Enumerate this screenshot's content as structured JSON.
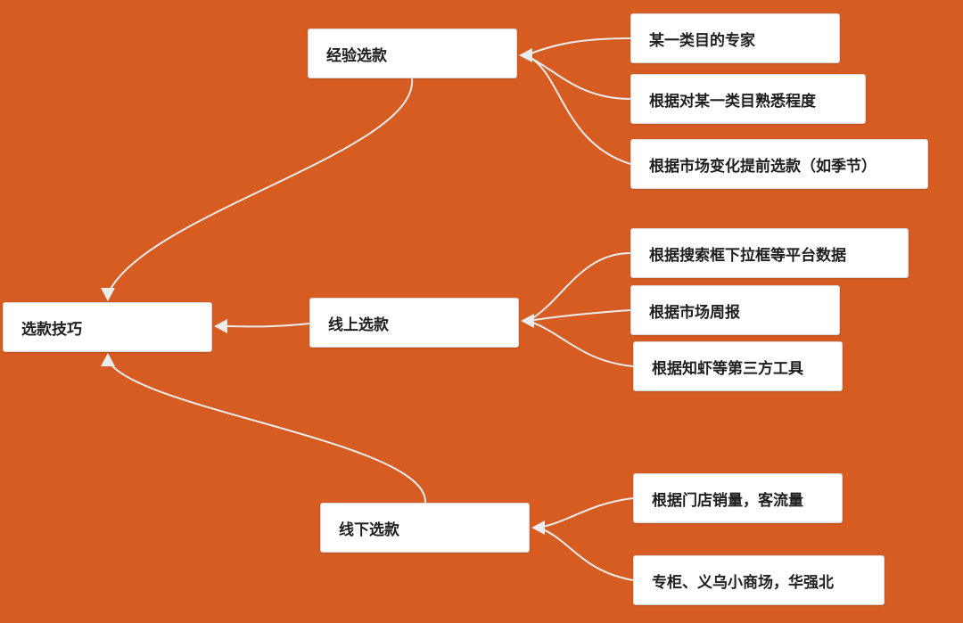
{
  "diagram": {
    "background_color": "#D65C22",
    "node_fill": "#FFFFFF",
    "edge_color": "#ECECEC",
    "root": {
      "id": "root",
      "label": "选款技巧"
    },
    "branches": [
      {
        "id": "experience",
        "label": "经验选款",
        "children": [
          {
            "id": "exp-1",
            "label": "某一类目的专家"
          },
          {
            "id": "exp-2",
            "label": "根据对某一类目熟悉程度"
          },
          {
            "id": "exp-3",
            "label": "根据市场变化提前选款（如季节）"
          }
        ]
      },
      {
        "id": "online",
        "label": "线上选款",
        "children": [
          {
            "id": "on-1",
            "label": "根据搜索框下拉框等平台数据"
          },
          {
            "id": "on-2",
            "label": "根据市场周报"
          },
          {
            "id": "on-3",
            "label": "根据知虾等第三方工具"
          }
        ]
      },
      {
        "id": "offline",
        "label": "线下选款",
        "children": [
          {
            "id": "off-1",
            "label": "根据门店销量，客流量"
          },
          {
            "id": "off-2",
            "label": "专柜、义乌小商场，华强北"
          }
        ]
      }
    ]
  }
}
